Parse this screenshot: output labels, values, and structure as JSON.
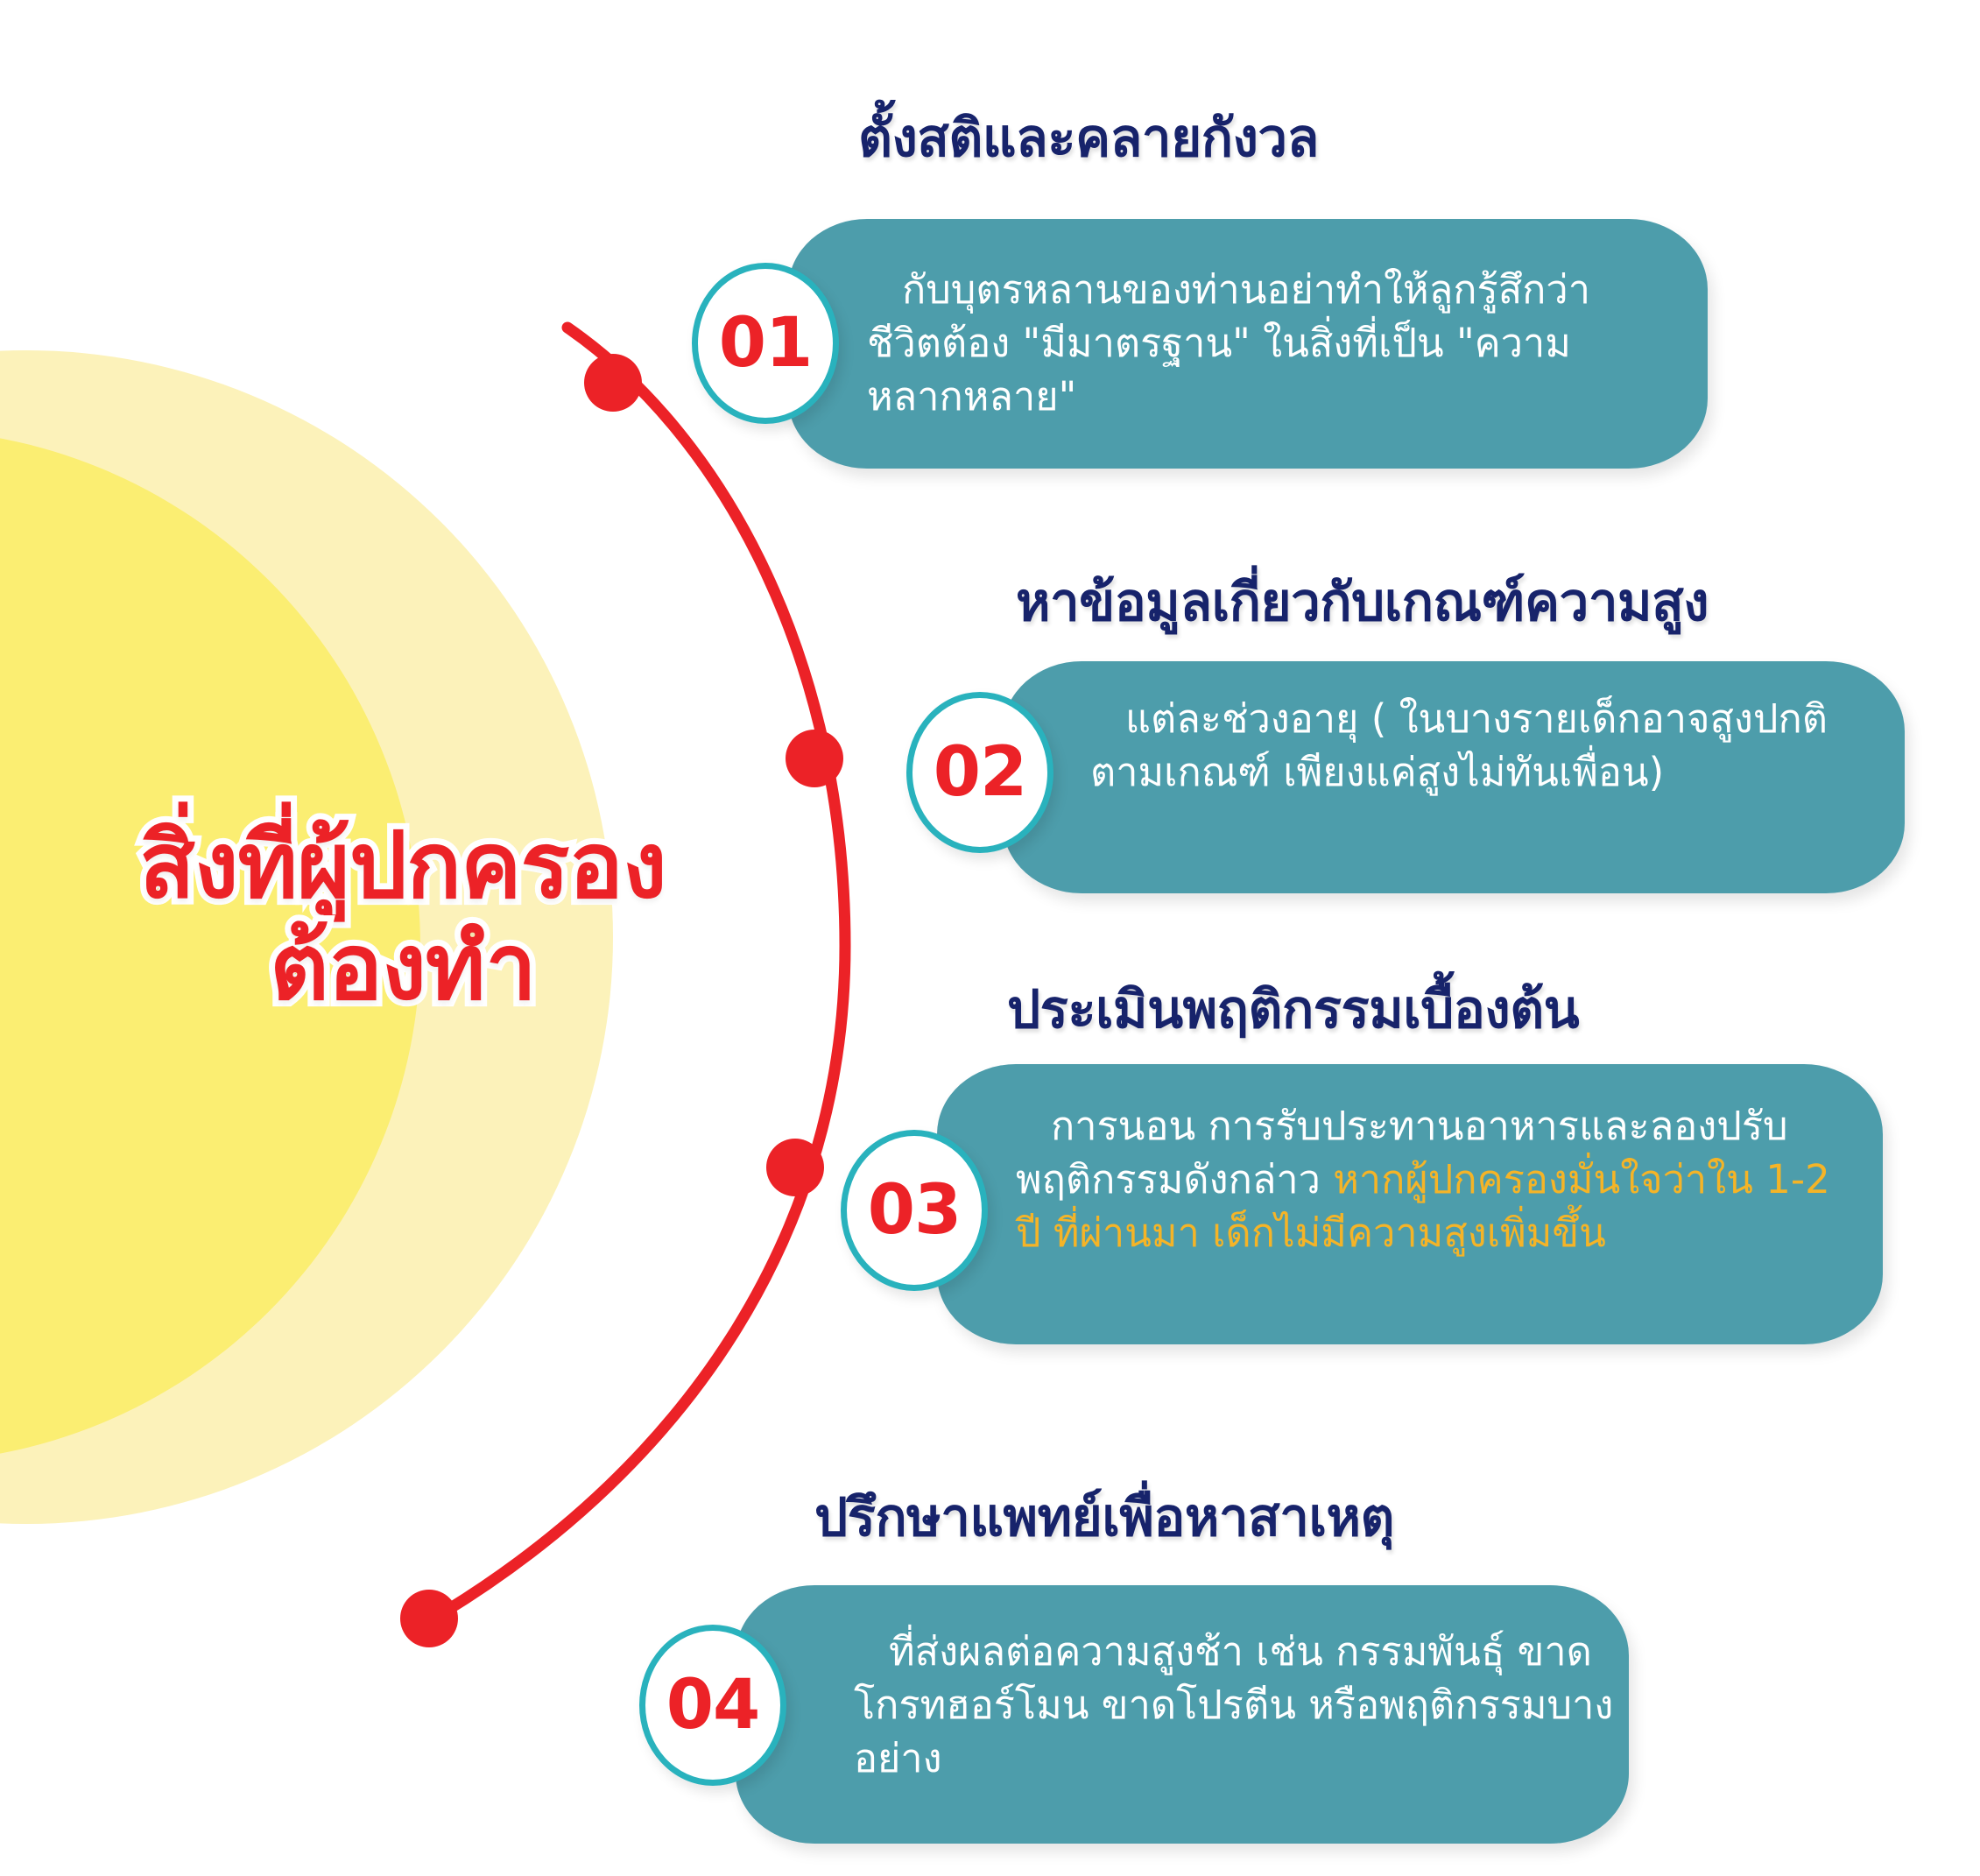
{
  "theme": {
    "background": "#ffffff",
    "card_teal": "#4d9dab",
    "badge_border": "#29b2bd",
    "number_red": "#ec2227",
    "heading_navy": "#17236b",
    "brand_red": "#ec2227",
    "highlight_yellow": "#f5b427",
    "sun_outer": "#fcf2ba",
    "sun_inner": "#fbee72"
  },
  "brand": {
    "line1": "สิ่งที่ผู้ปกครอง",
    "line2": "ต้องทำ"
  },
  "steps": [
    {
      "number": "01",
      "heading": "ตั้งสติและคลายกังวล",
      "body": "กับบุตรหลานของท่านอย่าทำให้ลูกรู้สึกว่าชีวิตต้อง \"มีมาตรฐาน\" ในสิ่งที่เป็น \"ความหลากหลาย\"",
      "body_highlight": ""
    },
    {
      "number": "02",
      "heading": "หาข้อมูลเกี่ยวกับเกณฑ์ความสูง",
      "body": "แต่ละช่วงอายุ ( ในบางรายเด็กอาจสูงปกติตามเกณฑ์ เพียงแค่สูงไม่ทันเพื่อน)",
      "body_highlight": ""
    },
    {
      "number": "03",
      "heading": "ประเมินพฤติกรรมเบื้องต้น",
      "body": "การนอน การรับประทานอาหารและลองปรับพฤติกรรมดังกล่าว ",
      "body_highlight": "หากผู้ปกครองมั่นใจว่าใน 1-2 ปี ที่ผ่านมา เด็กไม่มีความสูงเพิ่มขึ้น"
    },
    {
      "number": "04",
      "heading": "ปรึกษาแพทย์เพื่อหาสาเหตุ",
      "body": "ที่ส่งผลต่อความสูงช้า เช่น กรรมพันธุ์ ขาดโกรทฮอร์โมน ขาดโปรตีน หรือพฤติกรรมบางอย่าง",
      "body_highlight": ""
    }
  ],
  "decorations": {
    "sun_outer_name": "outer-yellow-circle",
    "sun_inner_name": "inner-yellow-circle",
    "connector_name": "red-curved-connector",
    "dots": [
      "dot-1",
      "dot-2",
      "dot-3",
      "dot-4"
    ]
  }
}
